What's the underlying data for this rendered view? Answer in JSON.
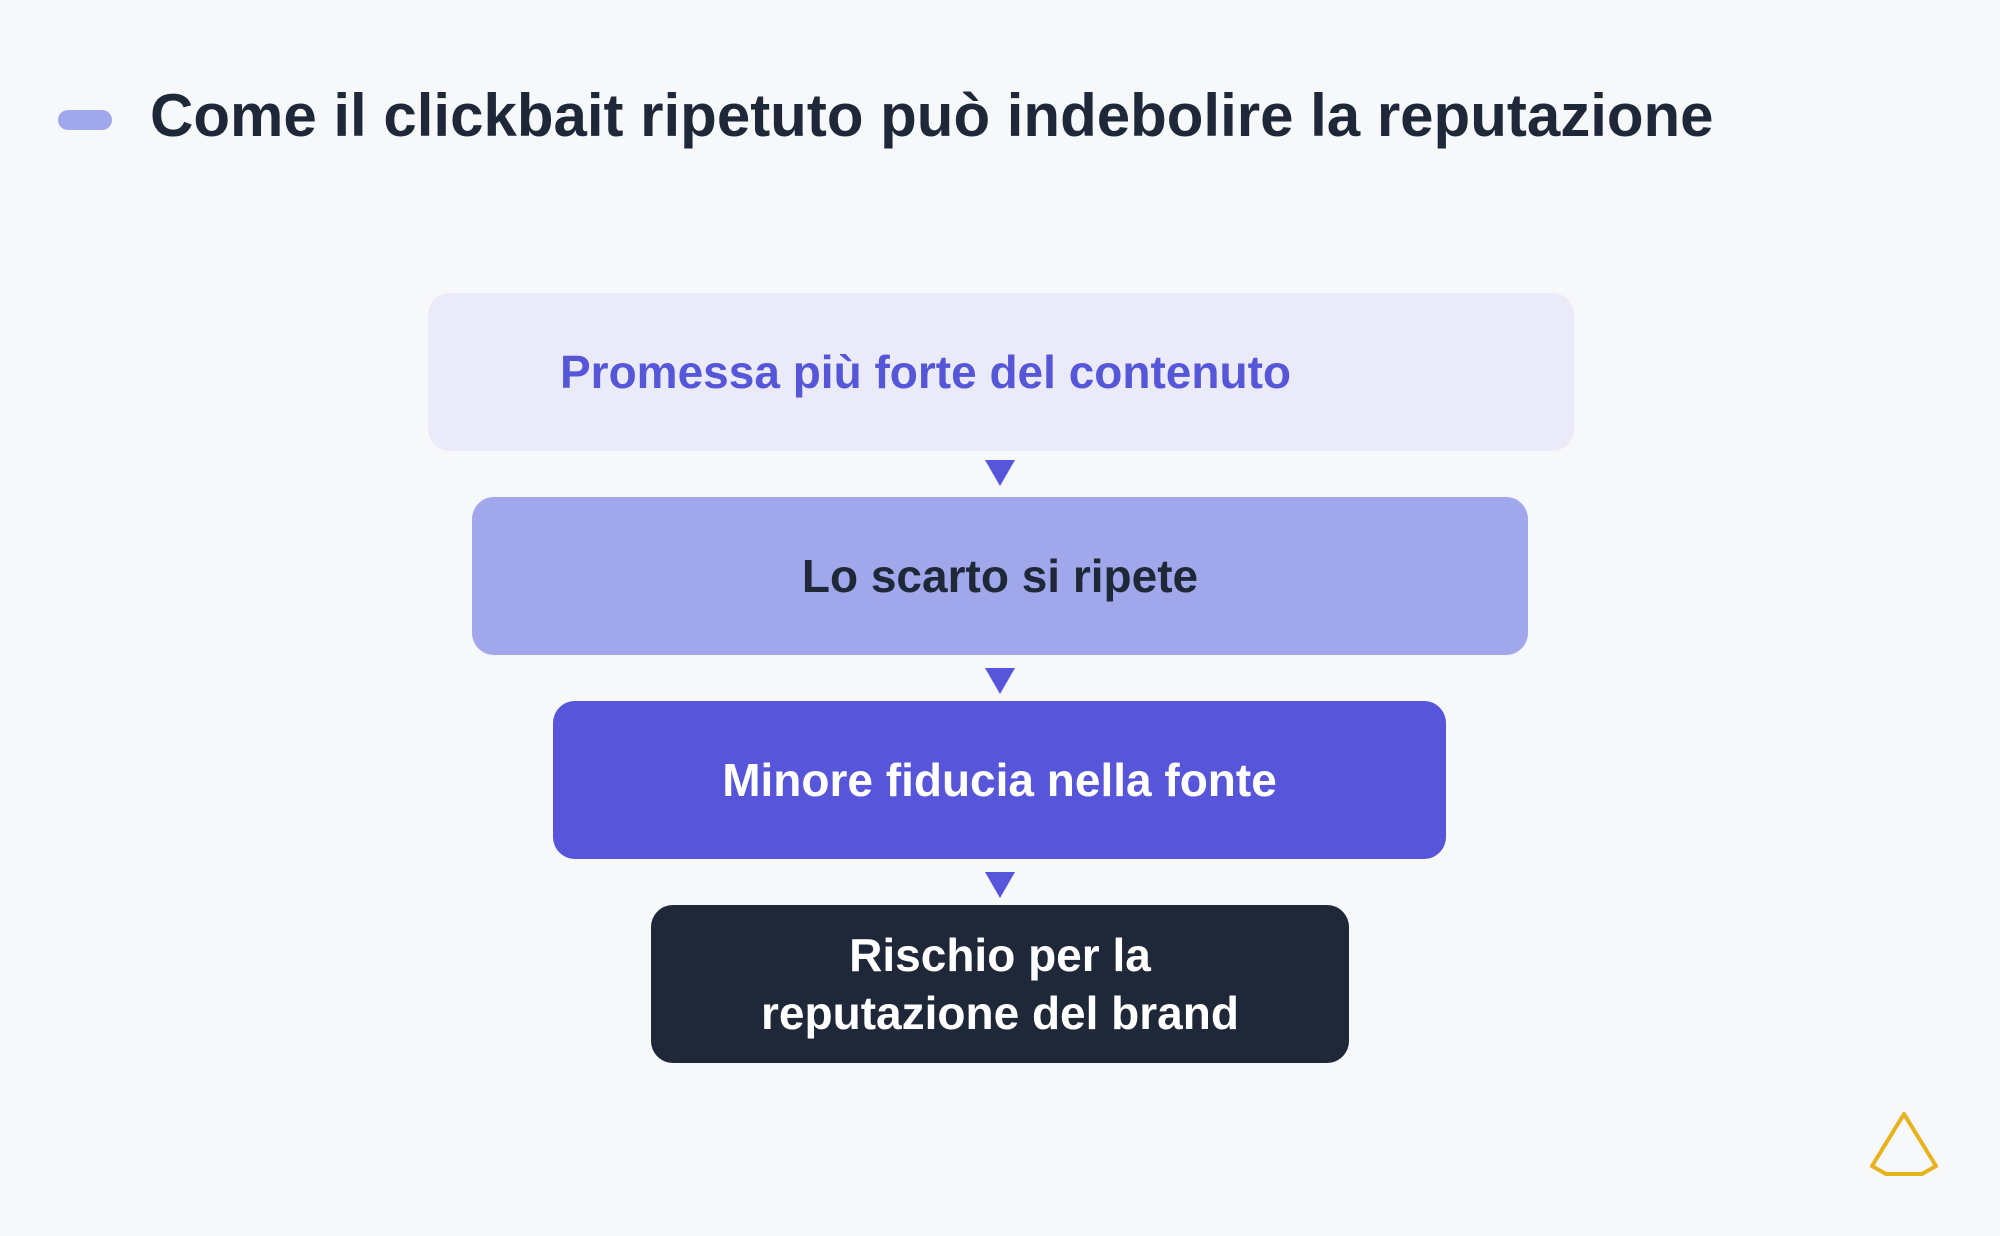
{
  "header": {
    "title": "Come il clickbait ripetuto può indebolire la reputazione"
  },
  "flow": {
    "steps": [
      {
        "label": "Promessa più forte del contenuto"
      },
      {
        "label": "Lo scarto si ripete"
      },
      {
        "label": "Minore fiducia nella fonte"
      },
      {
        "label": "Rischio per la\nreputazione del brand"
      }
    ]
  },
  "colors": {
    "background": "#f7f8fa",
    "accent_light": "#ebeaf8",
    "accent_mid": "#a0a7eb",
    "accent": "#5755d9",
    "dark": "#1f2839",
    "logo": "#e6b31e"
  },
  "icons": {
    "logo": "triangle-logo-icon",
    "connector": "arrow-down-icon"
  }
}
